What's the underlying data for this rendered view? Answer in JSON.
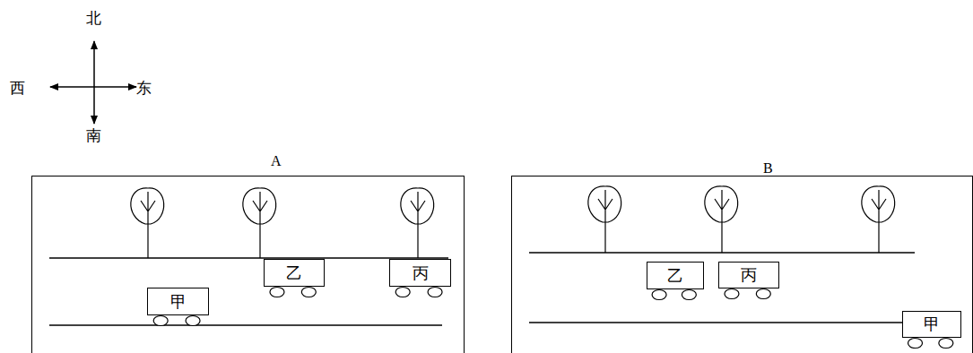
{
  "diagram": {
    "nodes": [
      {
        "text": [
          "A"
        ]
      },
      {
        "text": [
          "乙"
        ],
        "in": 0
      },
      {
        "text": [
          "丙"
        ],
        "in": 0
      },
      {
        "text": [
          "甲"
        ],
        "in": 0
      },
      {
        "text": [
          "B"
        ]
      },
      {
        "text": [
          "乙"
        ],
        "in": 4
      },
      {
        "text": [
          "丙"
        ],
        "in": 4
      },
      {
        "text": [
          "甲"
        ],
        "in": 4
      }
    ],
    "labels": [
      "北",
      "西",
      "东",
      "南"
    ]
  }
}
